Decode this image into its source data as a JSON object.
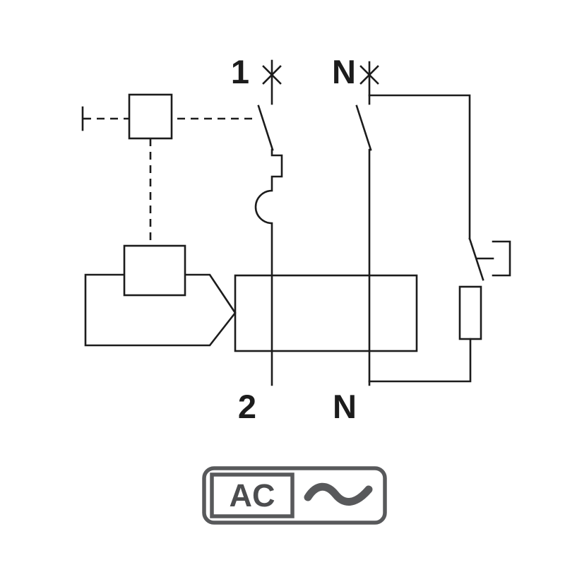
{
  "diagram": {
    "kind": "residual-current-device-wiring-schematic",
    "terminals": {
      "line_in": "1",
      "neutral_in": "N",
      "line_out": "2",
      "neutral_out": "N"
    },
    "type_badge": {
      "label": "AC",
      "symbol": "sine-wave"
    },
    "colors": {
      "line": "#1c1c1c",
      "badge": "#58595b",
      "badge-text": "#4c4d4f",
      "background": "#ffffff"
    }
  }
}
